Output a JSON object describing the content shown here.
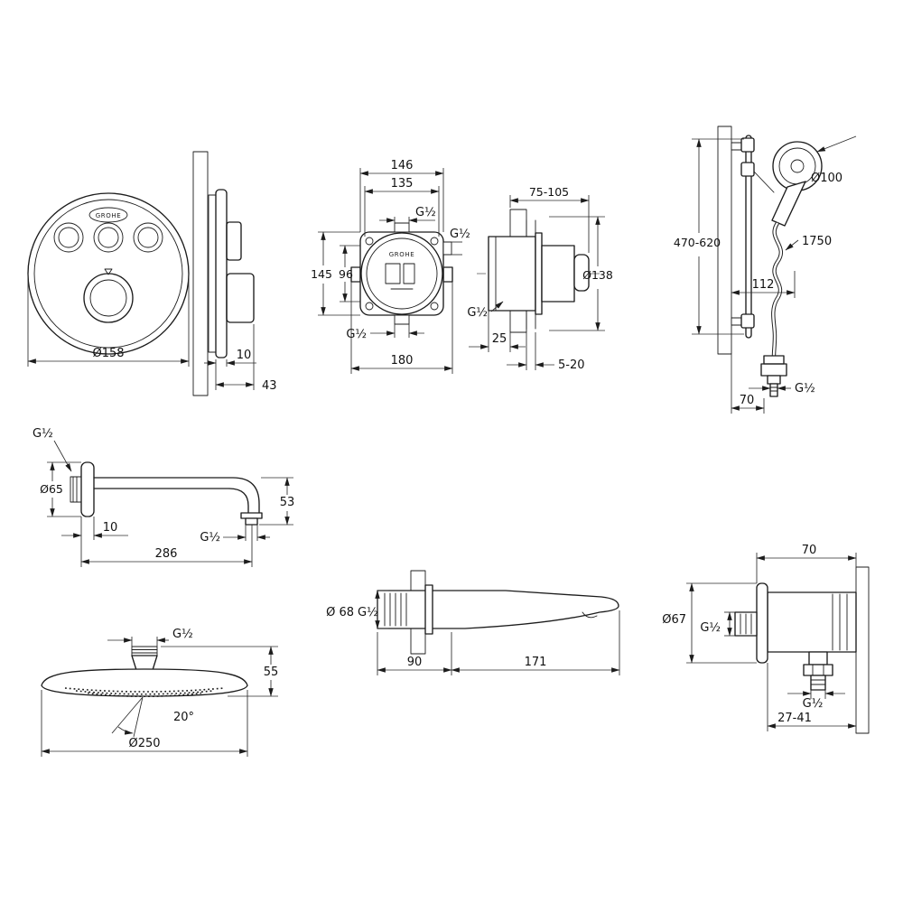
{
  "brand": "GROHE",
  "views": {
    "trim_front": {
      "diameter": "Ø158"
    },
    "trim_side": {
      "plate_depth": "10",
      "total_depth": "43"
    },
    "rough_in_front": {
      "width_outer": "146",
      "width_inner": "135",
      "height_outer": "145",
      "height_inner": "96",
      "width_overall": "180",
      "thread_top": "G½",
      "thread_right": "G½",
      "thread_bottom": "G½"
    },
    "rough_in_side": {
      "install_depth": "75-105",
      "min_trim_dia": "Ø138",
      "thread": "G½",
      "box_offset": "25",
      "finish_range": "5-20"
    },
    "shower_rail": {
      "hand_shower_dia": "Ø100",
      "rail_length": "470-620",
      "hose_length": "1750",
      "reach": "112",
      "outlet_thread": "G½",
      "outlet_offset": "70"
    },
    "shower_arm": {
      "wall_thread": "G½",
      "flange_dia": "Ø65",
      "drop": "53",
      "flange_depth": "10",
      "reach": "286",
      "outlet_thread": "G½"
    },
    "head_shower": {
      "thread": "G½",
      "height": "55",
      "spray_angle": "20°",
      "diameter": "Ø250"
    },
    "bath_spout": {
      "diameter": "Ø 68",
      "thread": "G½",
      "depth": "90",
      "reach": "171"
    },
    "wall_union": {
      "depth": "70",
      "flange_dia": "Ø67",
      "thread_front": "G½",
      "thread_bottom": "G½",
      "clamp_range": "27-41"
    }
  }
}
